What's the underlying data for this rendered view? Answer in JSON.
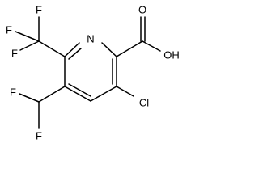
{
  "molecule": {
    "atoms": {
      "n1": "N",
      "o_carbonyl": "O",
      "o_hydroxyl": "OH",
      "cl": "Cl",
      "f_cf3_top": "F",
      "f_cf3_left": "F",
      "f_cf3_bottom": "F",
      "f_chf2_left": "F",
      "f_chf2_bottom": "F"
    }
  }
}
